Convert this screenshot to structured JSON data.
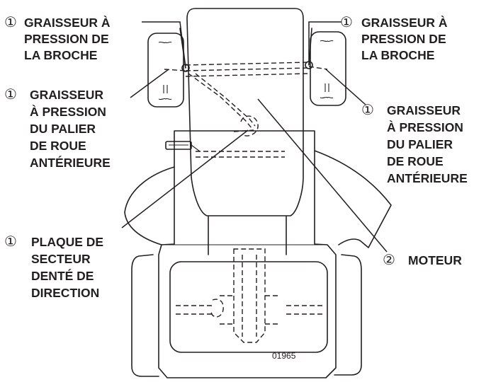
{
  "figure_number": "01965",
  "callouts": [
    {
      "key": "spindle_left",
      "number": "①",
      "lines": [
        "GRAISSEUR À",
        "PRESSION DE",
        "LA BROCHE"
      ]
    },
    {
      "key": "spindle_right",
      "number": "①",
      "lines": [
        "GRAISSEUR À",
        "PRESSION DE",
        "LA BROCHE"
      ]
    },
    {
      "key": "wheel_left",
      "number": "①",
      "lines": [
        "GRAISSEUR",
        "À PRESSION",
        "DU PALIER",
        "DE ROUE",
        "ANTÉRIEURE"
      ]
    },
    {
      "key": "wheel_right",
      "number": "①",
      "lines": [
        "GRAISSEUR",
        "À PRESSION",
        "DU PALIER",
        "DE ROUE",
        "ANTÉRIEURE"
      ]
    },
    {
      "key": "sector_plate",
      "number": "①",
      "lines": [
        "PLAQUE DE",
        "SECTEUR",
        "DENTÉ DE",
        "DIRECTION"
      ]
    },
    {
      "key": "engine",
      "number": "②",
      "lines": [
        "MOTEUR"
      ]
    }
  ]
}
